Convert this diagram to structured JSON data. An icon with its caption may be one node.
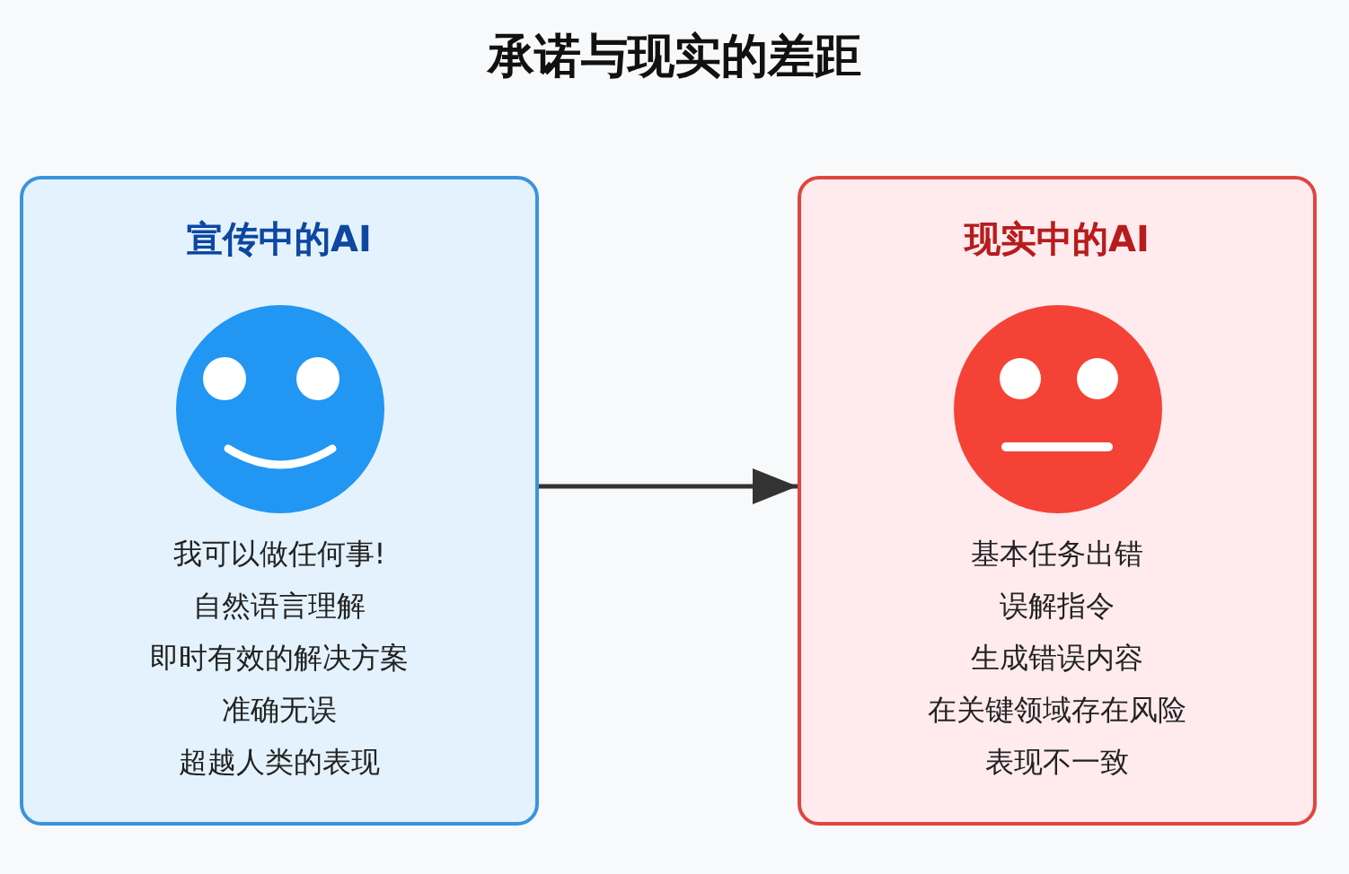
{
  "diagram": {
    "title": "承诺与现实的差距",
    "nodes": [
      {
        "text": [
          "宣传中的AI",
          "我可以做任何事!",
          "自然语言理解",
          "即时有效的解决方案",
          "准确无误",
          "超越人类的表现"
        ]
      },
      {
        "text": [
          "现实中的AI",
          "基本任务出错",
          "误解指令",
          "生成错误内容",
          "在关键领域存在风险",
          "表现不一致"
        ]
      }
    ],
    "edges": [
      {
        "from": 0,
        "to": 1,
        "arrow": "to"
      }
    ]
  }
}
